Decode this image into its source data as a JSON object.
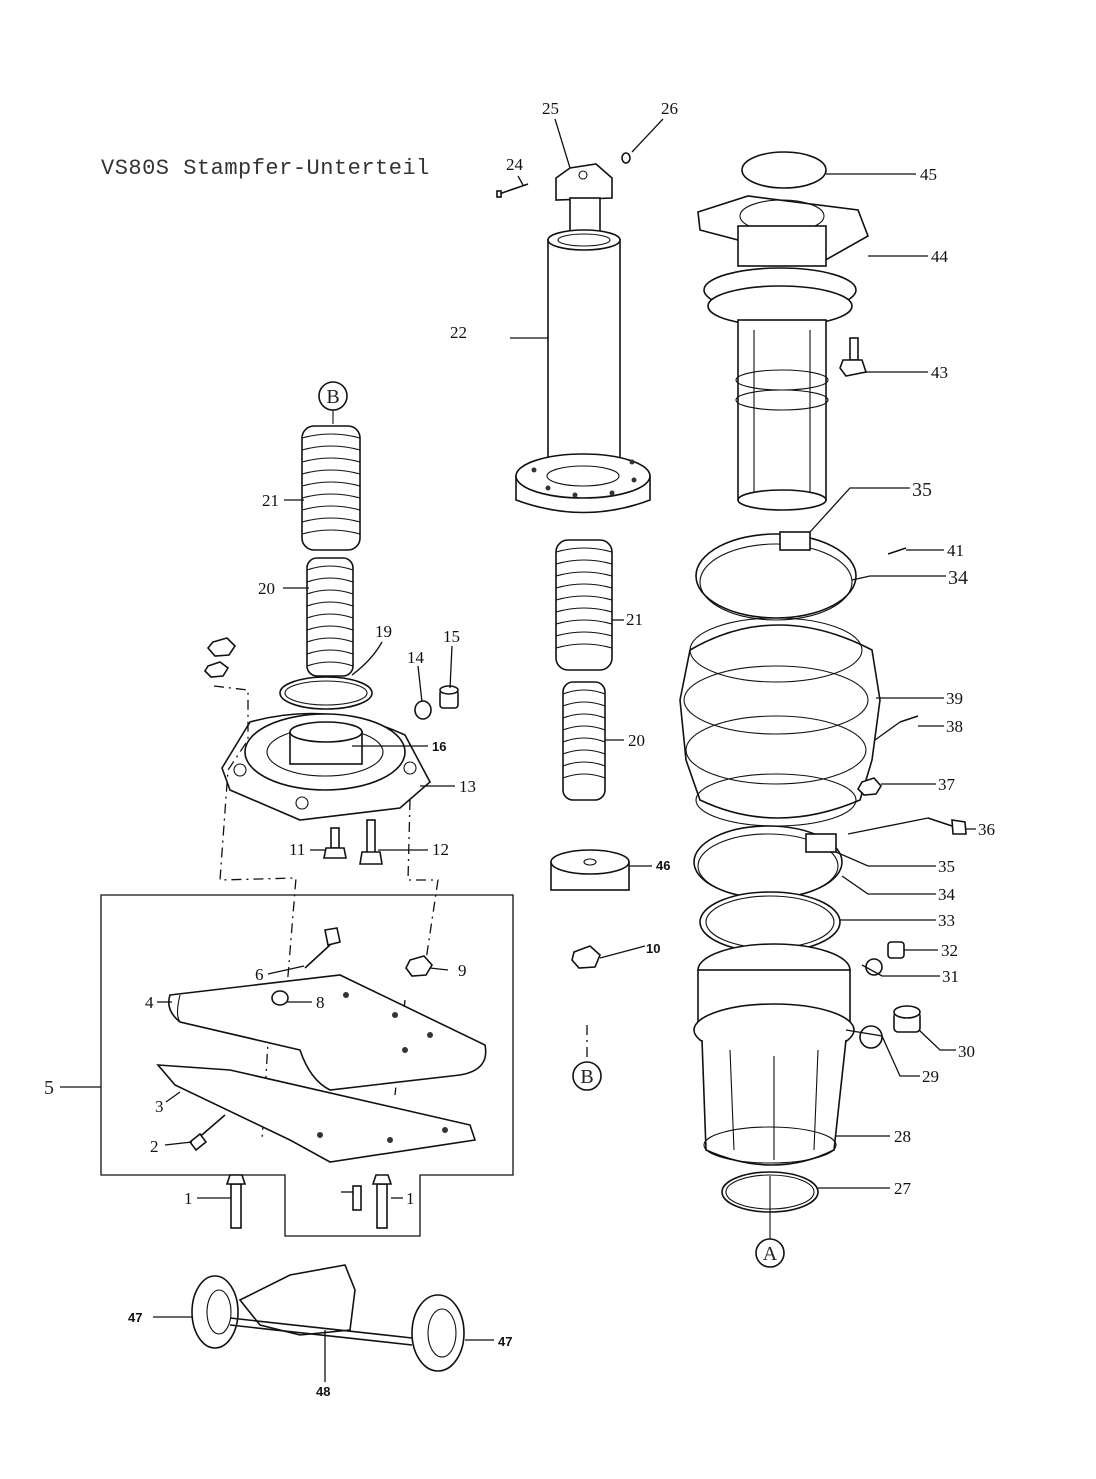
{
  "title": "VS80S Stampfer-Unterteil",
  "markers": {
    "a": "A",
    "b": "B"
  },
  "labels": {
    "p1a": "1",
    "p1b": "1",
    "p2": "2",
    "p3": "3",
    "p4": "4",
    "p5": "5",
    "p6": "6",
    "p8": "8",
    "p9": "9",
    "p10": "10",
    "p11": "11",
    "p12": "12",
    "p13": "13",
    "p14": "14",
    "p15": "15",
    "p16": "16",
    "p19": "19",
    "p20a": "20",
    "p20b": "20",
    "p21a": "21",
    "p21b": "21",
    "p22": "22",
    "p24": "24",
    "p25": "25",
    "p26": "26",
    "p27": "27",
    "p28": "28",
    "p29": "29",
    "p30": "30",
    "p31": "31",
    "p32": "32",
    "p33": "33",
    "p34a": "34",
    "p34b": "34",
    "p35a": "35",
    "p35b": "35",
    "p36": "36",
    "p37": "37",
    "p38": "38",
    "p39": "39",
    "p41": "41",
    "p43": "43",
    "p44": "44",
    "p45": "45",
    "p46": "46",
    "p47a": "47",
    "p47b": "47",
    "p48": "48"
  }
}
